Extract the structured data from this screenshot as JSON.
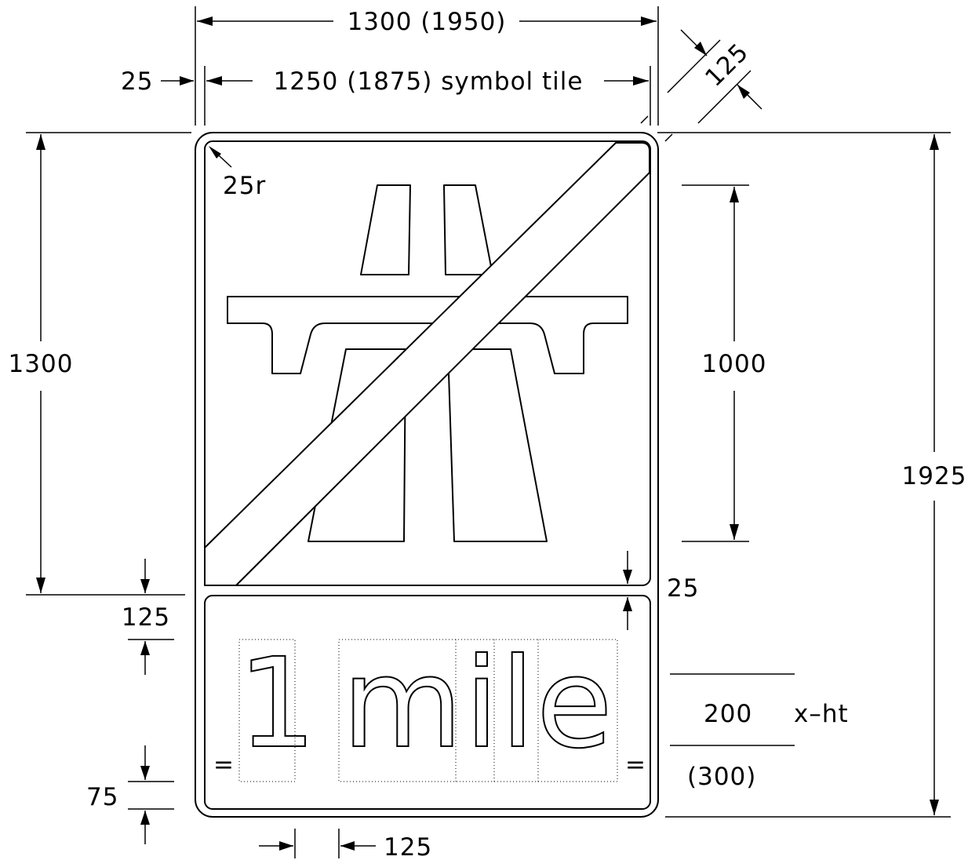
{
  "dimensions": {
    "overall_width": "1300 (1950)",
    "border_width": "25",
    "symbol_tile_width": "1250 (1875) symbol tile",
    "border_gap": "125",
    "corner_radius": "25r",
    "symbol_tile_height": "1300",
    "symbol_height": "1000",
    "overall_height": "1925",
    "panel_gap": "25",
    "top_margin": "125",
    "bottom_margin": "75",
    "word_space": "125",
    "x_height": "200",
    "x_height_label": "x–ht",
    "x_height_alt": "(300)",
    "equal_mark_left": "=",
    "equal_mark_right": "="
  },
  "legend": {
    "number": "1",
    "unit": "mile"
  },
  "symbol": {
    "name": "motorway end symbol"
  }
}
